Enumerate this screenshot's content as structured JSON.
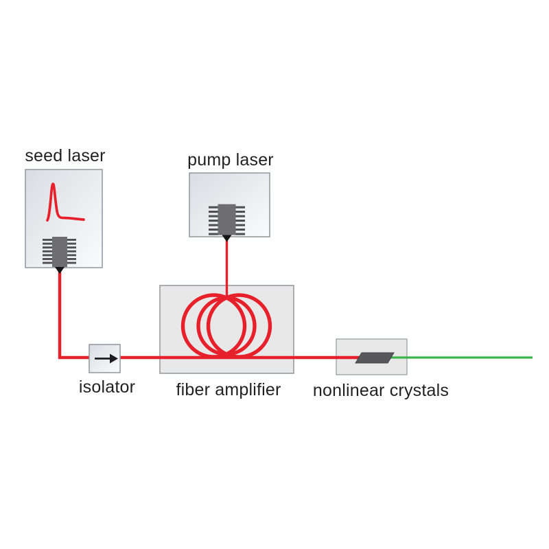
{
  "diagram": {
    "type": "laser-system-schematic",
    "labels": {
      "seed_laser": "seed laser",
      "pump_laser": "pump laser",
      "isolator": "isolator",
      "fiber_amplifier": "fiber amplifier",
      "nonlinear_crystals": "nonlinear crystals"
    },
    "flow": [
      "seed laser -> isolator -> fiber amplifier -> nonlinear crystals -> green output",
      "pump laser -> fiber amplifier"
    ],
    "colors": {
      "beam_red": "#e6212b",
      "beam_green": "#3bb54a",
      "box_fill_top": "#dce0e5",
      "box_fill_bottom": "#fafbfc",
      "panel_fill": "#e8e8e8",
      "box_border": "#8f969b",
      "chip_body": "#6e6e70",
      "chip_pin": "#4f4f51",
      "crystal_fill": "#58585b",
      "arrow_black": "#1d1d1f",
      "text": "#231f20",
      "background": "#ffffff"
    },
    "icons": [
      "laser-diode-chip-icon",
      "pulse-spike-icon",
      "fiber-coil-icon",
      "isolator-arrow-icon",
      "nonlinear-crystal-icon"
    ]
  }
}
